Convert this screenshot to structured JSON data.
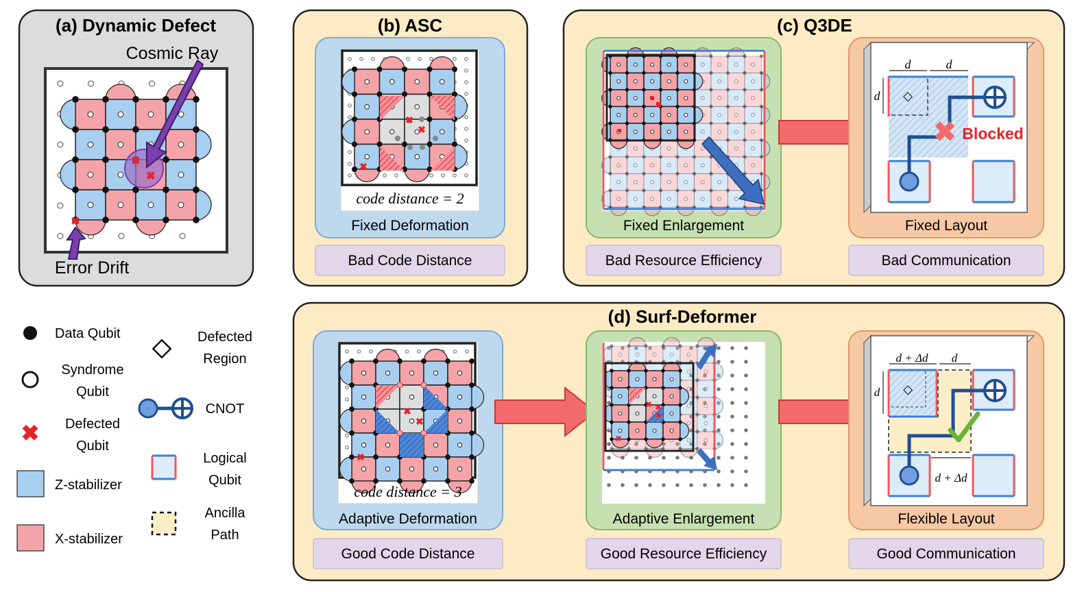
{
  "panels": {
    "a": {
      "title": "(a) Dynamic Defect",
      "cosmic_ray": "Cosmic Ray",
      "error_drift": "Error Drift"
    },
    "b": {
      "title": "(b) ASC",
      "distance": "code distance = 2",
      "caption": "Fixed Deformation",
      "verdict": "Bad Code Distance"
    },
    "c": {
      "title": "(c) Q3DE",
      "enlarge_caption": "Fixed Enlargement",
      "enlarge_verdict": "Bad Resource Efficiency",
      "layout_caption": "Fixed Layout",
      "layout_verdict": "Bad Communication",
      "blocked": "Blocked",
      "d_label": "d"
    },
    "d": {
      "title": "(d) Surf-Deformer",
      "deform_distance": "code distance = 3",
      "deform_caption": "Adaptive Deformation",
      "deform_verdict": "Good Code Distance",
      "enlarge_caption": "Adaptive Enlargement",
      "enlarge_verdict": "Good Resource Efficiency",
      "layout_caption": "Flexible Layout",
      "layout_verdict": "Good Communication",
      "d_label": "d",
      "d_plus": "d + Δd"
    }
  },
  "legend": {
    "data_qubit": "Data Qubit",
    "syndrome_qubit": [
      "Syndrome",
      "Qubit"
    ],
    "defected_qubit": [
      "Defected",
      "Qubit"
    ],
    "z_stabilizer": "Z-stabilizer",
    "x_stabilizer": "X-stabilizer",
    "defected_region": [
      "Defected",
      "Region"
    ],
    "cnot": "CNOT",
    "logical_qubit": [
      "Logical",
      "Qubit"
    ],
    "ancilla_path": [
      "Ancilla",
      "Path"
    ]
  },
  "colors": {
    "z_fill": "#a8cff0",
    "x_fill": "#f4a3a8",
    "panel_bg": "#fcebc4",
    "grey_panel": "#dcdcdc",
    "blue_box": "#bed8ee",
    "green_box": "#c7e0b2",
    "orange_box": "#f6c8a4",
    "purple_tag": "#e2d6ea",
    "arrow_red": "#f26a6a",
    "arrow_blue": "#3e6fbf",
    "cnot_blue": "#1f4f8f",
    "defect_red": "#e8222a",
    "check_green": "#6cb33a",
    "cosmic_purple": "#7a3fb0"
  }
}
